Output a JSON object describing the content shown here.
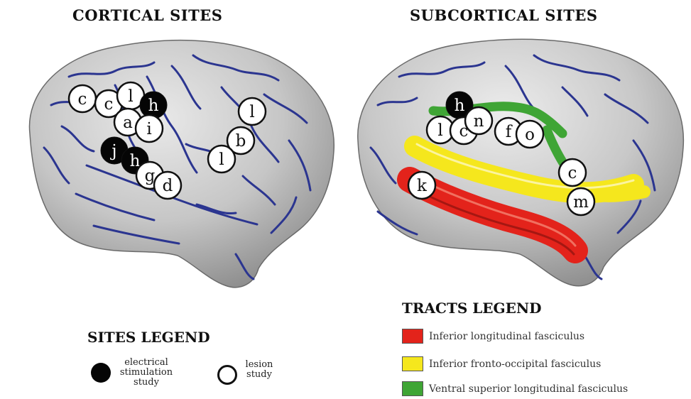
{
  "titles": {
    "cortical": "CORTICAL SITES",
    "subcortical": "SUBCORTICAL SITES"
  },
  "cortical_sites": [
    {
      "label": "c",
      "type": "lesion"
    },
    {
      "label": "c",
      "type": "lesion"
    },
    {
      "label": "l",
      "type": "lesion"
    },
    {
      "label": "h",
      "type": "electrical"
    },
    {
      "label": "a",
      "type": "lesion"
    },
    {
      "label": "i",
      "type": "lesion"
    },
    {
      "label": "j",
      "type": "electrical"
    },
    {
      "label": "h",
      "type": "electrical"
    },
    {
      "label": "g",
      "type": "lesion"
    },
    {
      "label": "d",
      "type": "lesion"
    },
    {
      "label": "l",
      "type": "lesion"
    },
    {
      "label": "b",
      "type": "lesion"
    },
    {
      "label": "l",
      "type": "lesion"
    }
  ],
  "subcortical_sites": [
    {
      "label": "h",
      "type": "electrical"
    },
    {
      "label": "l",
      "type": "lesion"
    },
    {
      "label": "c",
      "type": "lesion"
    },
    {
      "label": "n",
      "type": "lesion"
    },
    {
      "label": "f",
      "type": "lesion"
    },
    {
      "label": "o",
      "type": "lesion"
    },
    {
      "label": "k",
      "type": "lesion"
    },
    {
      "label": "c",
      "type": "lesion"
    },
    {
      "label": "m",
      "type": "lesion"
    }
  ],
  "sites_legend": {
    "title": "SITES LEGEND",
    "electrical": "electrical\nstimulation\nstudy",
    "lesion": "lesion\nstudy"
  },
  "tracts_legend": {
    "title": "TRACTS LEGEND",
    "items": [
      {
        "label": "Inferior longitudinal fasciculus",
        "color": "#e3231b"
      },
      {
        "label": "Inferior fronto-occipital fasciculus",
        "color": "#f5e71d"
      },
      {
        "label": "Ventral superior longitudinal fasciculus",
        "color": "#3fa535"
      }
    ]
  },
  "colors": {
    "sulci": "#2b3590",
    "cortex": "#c4c4c4",
    "electrical_marker": "#050505",
    "lesion_marker": "#ffffff"
  }
}
